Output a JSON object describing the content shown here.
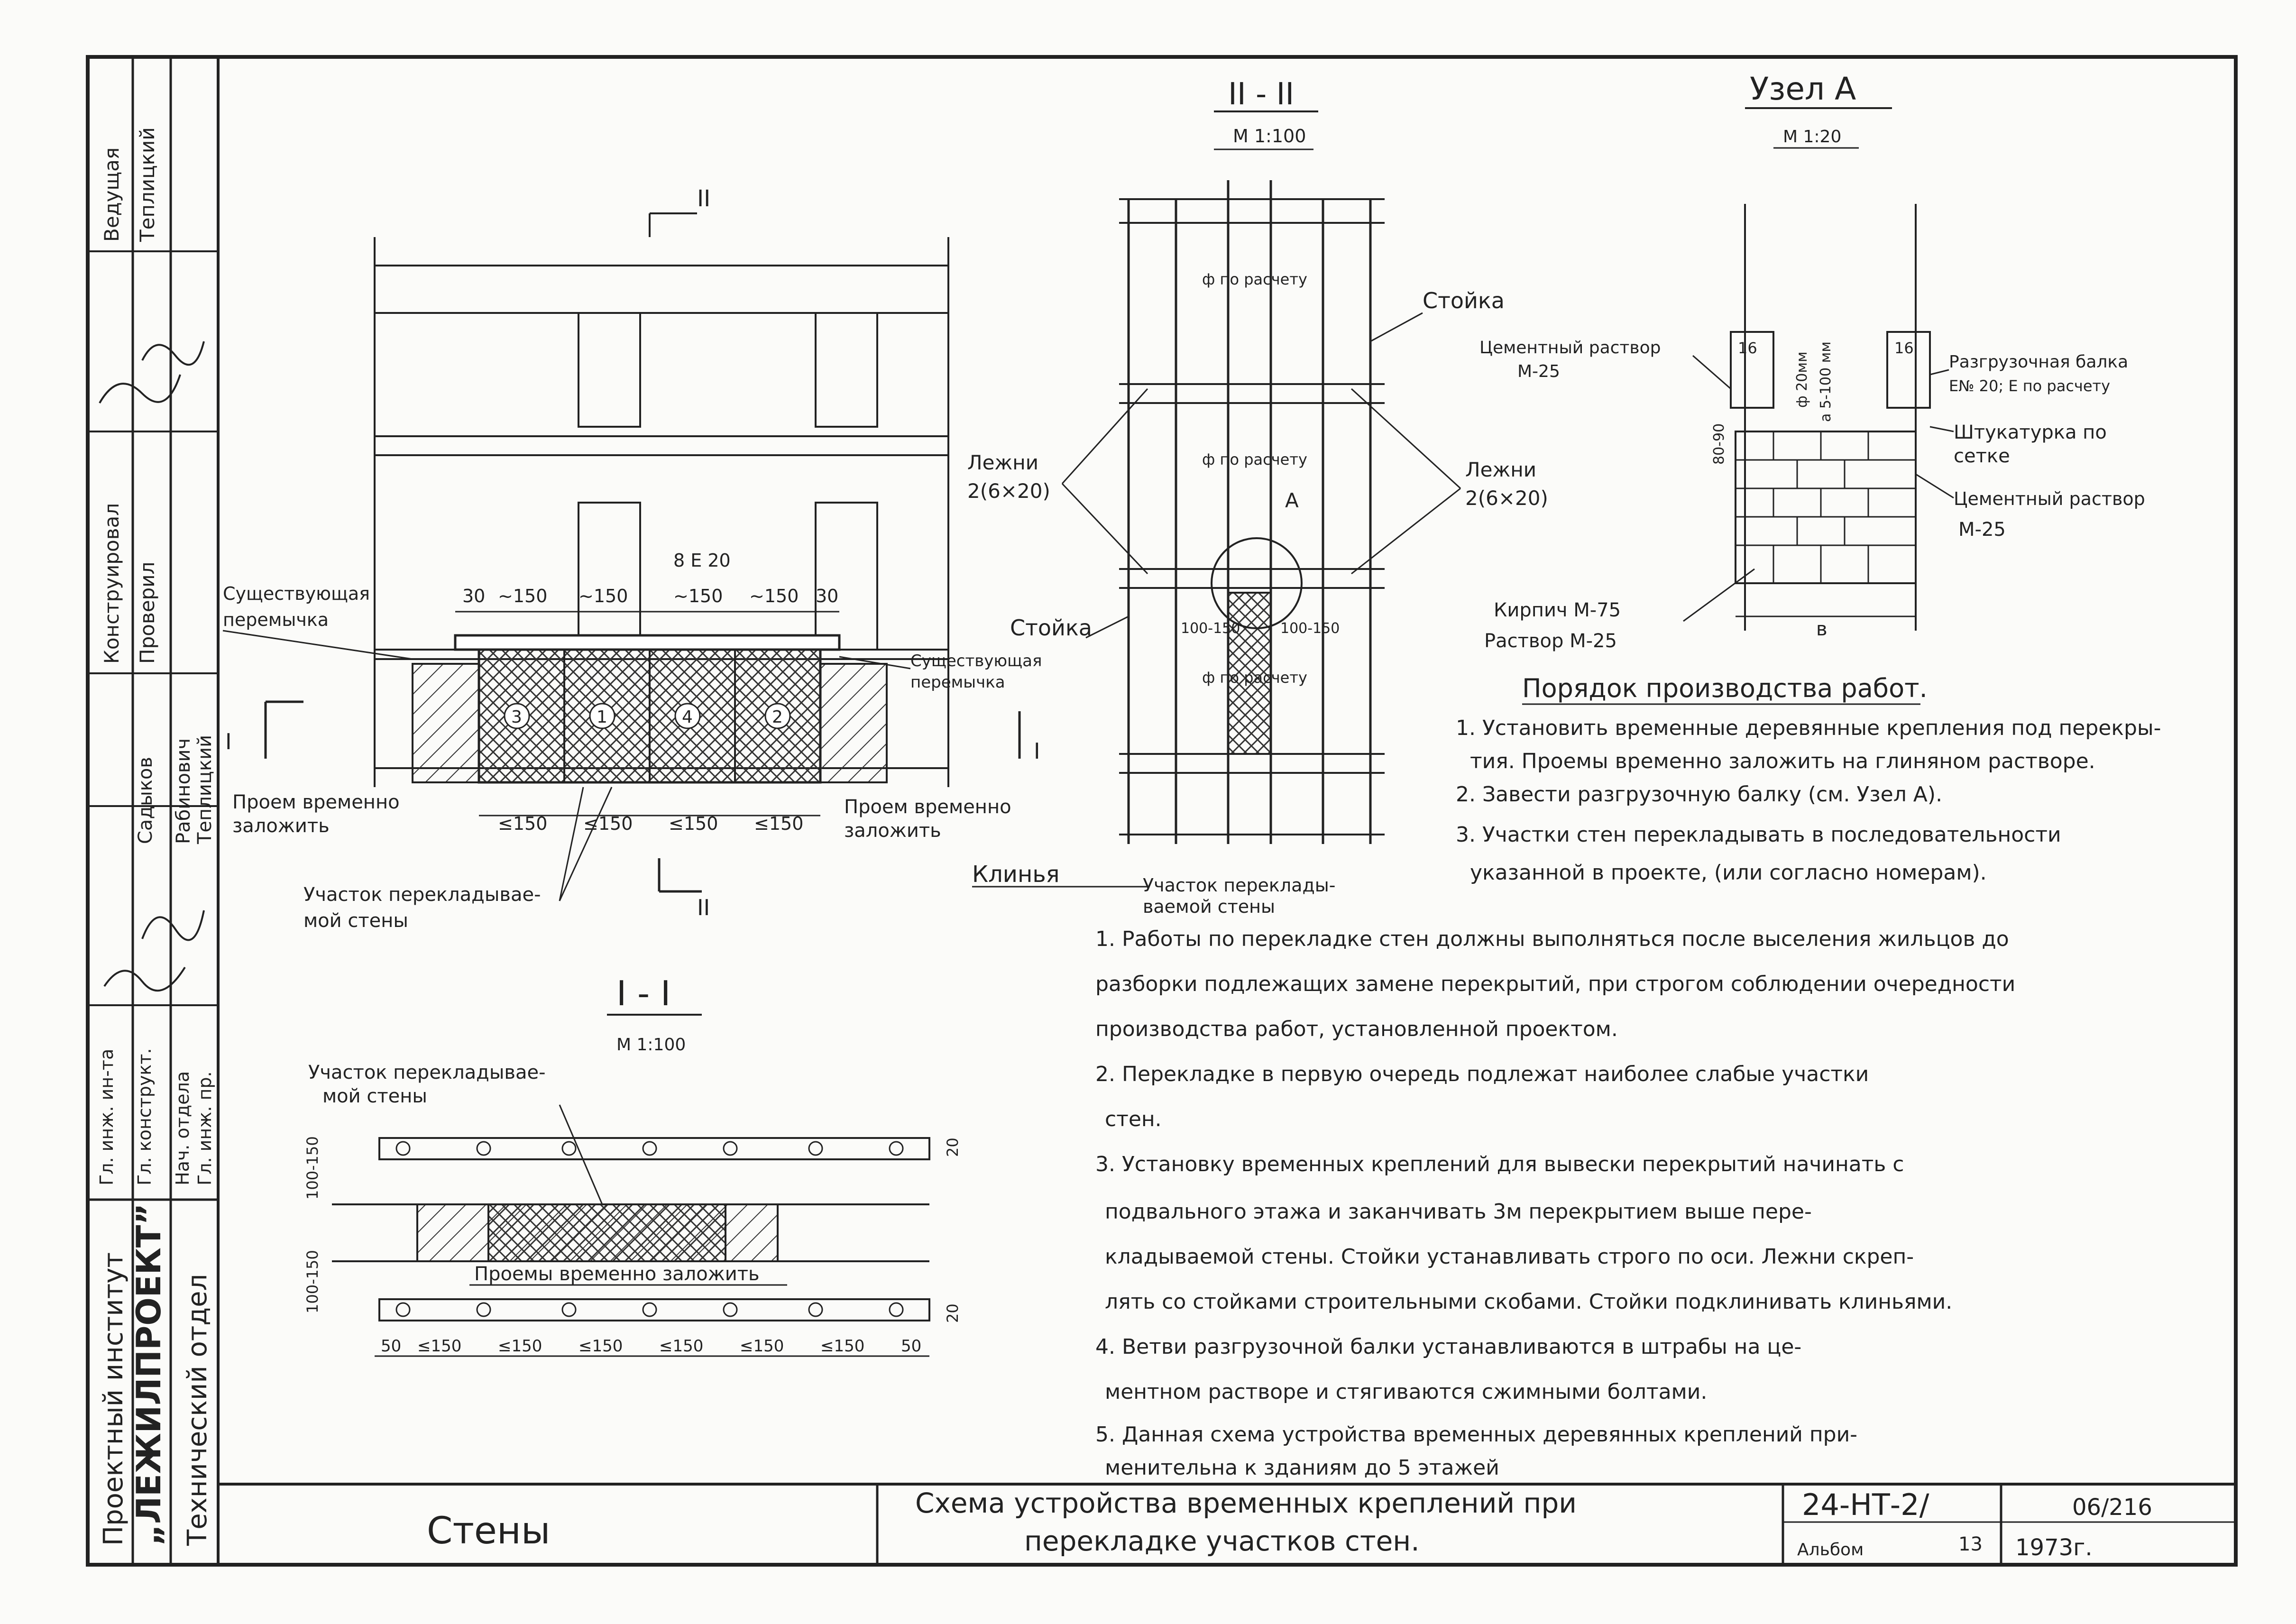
{
  "stamp": {
    "left_column": [
      "Проектный институт",
      "„ЛЕЖИЛПРОЕКТ”",
      "Технический отдел"
    ],
    "roles": [
      "Гл. инж. ин-та",
      "Гл. конструкт.",
      "Нач. отдела",
      "Гл. инж. пр.",
      "Конструировал",
      "Проверил",
      "Ведущая"
    ],
    "names": [
      "Садыков",
      "Рабинович",
      "Теплицкий",
      "Теплицкий"
    ],
    "section_title": "Стены",
    "sheet_title": [
      "Схема устройства временных креплений при",
      "перекладке участков стен."
    ],
    "code": "24-НТ-2/",
    "sheet_no": "13",
    "album_label": "Альбом",
    "ref": "06/216",
    "year": "1973г."
  },
  "elevation": {
    "section_mark": "II",
    "section_mark_side": "I",
    "dims_top": [
      "30",
      "~150",
      "~150",
      "~150",
      "~150",
      "30"
    ],
    "beam_label": "8 Е 20",
    "dims_bottom": [
      "≤150",
      "≤150",
      "≤150",
      "≤150"
    ],
    "zone_numbers": [
      "3",
      "1",
      "4",
      "2"
    ],
    "lbl_existing_lintel_left": [
      "Существующая",
      "перемычка"
    ],
    "lbl_existing_lintel_right": [
      "Существующая",
      "перемычка"
    ],
    "lbl_opening_left": [
      "Проем временно",
      "заложить"
    ],
    "lbl_opening_right": [
      "Проем временно",
      "заложить"
    ],
    "lbl_wall_portion": [
      "Участок перекладывае-",
      "мой стены"
    ]
  },
  "section2": {
    "title": "II - II",
    "scale": "М 1:100",
    "calc": [
      "ф по расчету",
      "ф по расчету",
      "ф по расчету"
    ],
    "stoika": "Стойка",
    "lezhni": [
      "Лежни",
      "2(6×20)"
    ],
    "dim_side": [
      "100-150",
      "100-150"
    ],
    "node": "А",
    "wedges": "Клинья",
    "wall_portion": [
      "Участок переклады-",
      "ваемой стены"
    ]
  },
  "node_a": {
    "title": "Узел А",
    "scale": "М 1:20",
    "labels": [
      "Цементный раствор",
      "М-25",
      "Разгрузочная балка",
      "Е№ 20; Е по расчету",
      "Штукатурка по",
      "сетке",
      "Цементный раствор",
      "М-25",
      "Кирпич М-75",
      "Раствор М-25"
    ],
    "dims": [
      "16",
      "16",
      "ф 20мм",
      "а 5-100 мм",
      "80-90",
      "в"
    ]
  },
  "section1": {
    "title": "I - I",
    "scale": "М 1:100",
    "wall_portion": [
      "Участок перекладывае-",
      "мой стены"
    ],
    "openings": "Проемы временно заложить",
    "dims": [
      "50",
      "≤150",
      "≤150",
      "≤150",
      "≤150",
      "≤150",
      "≤150",
      "50"
    ],
    "side_dims": [
      "100-150",
      "100-150",
      "20",
      "20"
    ]
  },
  "procedure": {
    "title": "Порядок производства работ.",
    "items": [
      "1. Установить временные деревянные крепления под перекры-",
      "тия. Проемы временно заложить на глиняном растворе.",
      "2. Завести разгрузочную балку (см. Узел А).",
      "3. Участки стен перекладывать в последовательности",
      "указанной в проекте, (или согласно номерам)."
    ]
  },
  "notes": [
    "1. Работы по перекладке стен должны выполняться после выселения жильцов до",
    "разборки подлежащих замене перекрытий, при строгом соблюдении очередности",
    "производства работ, установленной проектом.",
    "2. Перекладке в первую очередь подлежат наиболее слабые участки",
    "стен.",
    "3. Установку временных креплений для вывески перекрытий начинать с",
    "подвального этажа и заканчивать 3м перекрытием выше пере-",
    "кладываемой стены. Стойки устанавливать строго по оси. Лежни скреп-",
    "лять со стойками строительными скобами. Стойки подклинивать клиньями.",
    "4. Ветви разгрузочной балки устанавливаются в штрабы на це-",
    "ментном растворе и стягиваются сжимными болтами.",
    "5. Данная схема устройства временных деревянных креплений при-",
    "менительна к зданиям до 5 этажей"
  ]
}
